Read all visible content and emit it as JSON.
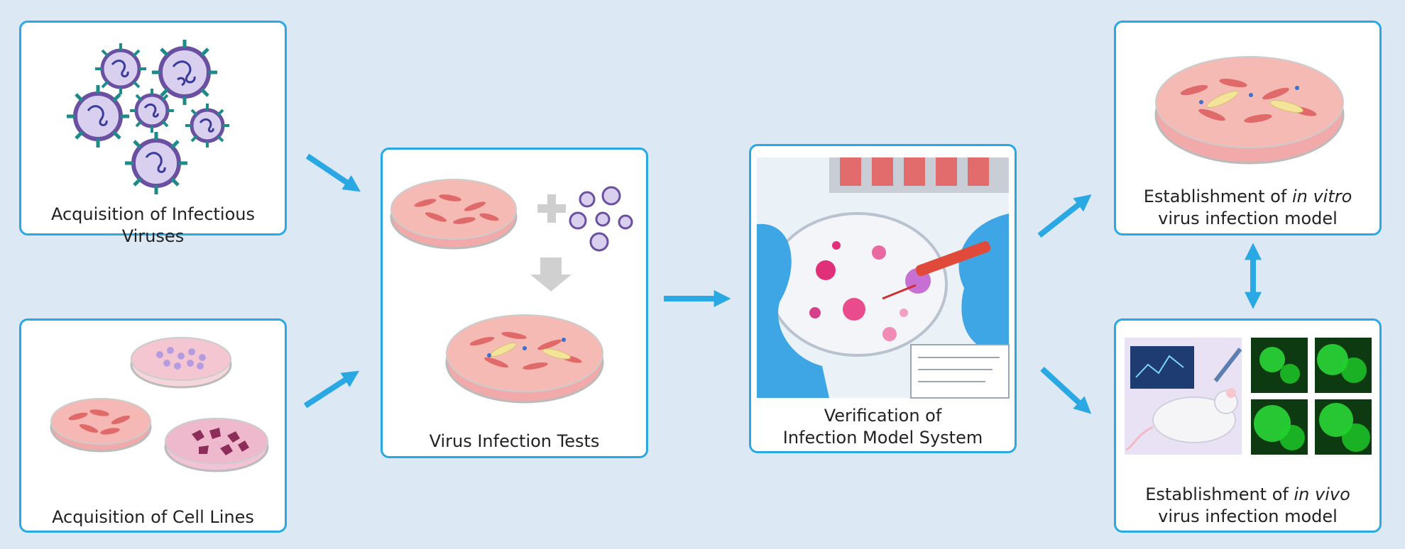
{
  "steps": {
    "viruses": {
      "label": "Acquisition of Infectious Viruses"
    },
    "cells": {
      "label": "Acquisition of Cell Lines"
    },
    "tests": {
      "label": "Virus Infection Tests"
    },
    "verify": {
      "line1": "Verification of",
      "line2": "Infection Model System"
    },
    "invitro": {
      "line1_pre": "Establishment of ",
      "line1_em": "in vitro",
      "line2": "virus infection model"
    },
    "invivo": {
      "line1_pre": "Establishment of ",
      "line1_em": "in vivo",
      "line2": "virus infection model"
    }
  },
  "colors": {
    "accent": "#29a8e3",
    "background": "#dce9f5",
    "virus_purple": "#6b4fa0",
    "virus_teal": "#1f8a8a",
    "dish_pink": "#f4a8a8",
    "fluorescence_green": "#1fcf2a"
  }
}
